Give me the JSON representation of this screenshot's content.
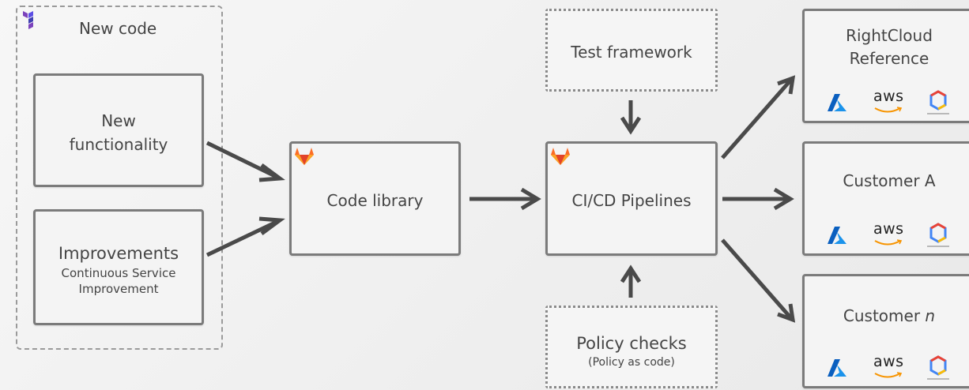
{
  "new_code": {
    "title": "New code",
    "functionality_label_line1": "New",
    "functionality_label_line2": "functionality",
    "improvements_title": "Improvements",
    "improvements_sub_line1": "Continuous Service",
    "improvements_sub_line2": "Improvement"
  },
  "code_library": {
    "label": "Code library"
  },
  "pipelines": {
    "label": "CI/CD Pipelines"
  },
  "test_framework": {
    "label": "Test framework"
  },
  "policy_checks": {
    "label": "Policy checks",
    "sub": "(Policy as code)"
  },
  "targets": [
    {
      "line1": "RightCloud",
      "line2": "Reference"
    },
    {
      "line1": "Customer A",
      "line2": ""
    },
    {
      "line1": "Customer ",
      "italic": "n"
    }
  ],
  "cloud_icons": {
    "aws_text": "aws",
    "names": [
      "azure-icon",
      "aws-icon",
      "google-cloud-icon"
    ]
  },
  "colors": {
    "arrow": "#4a4a4a",
    "gitlab_orange": "#e24329",
    "gitlab_light": "#fca326",
    "terraform_purple": "#623ce4",
    "azure_blue": "#0a5fbf",
    "aws_orange": "#f79400"
  }
}
